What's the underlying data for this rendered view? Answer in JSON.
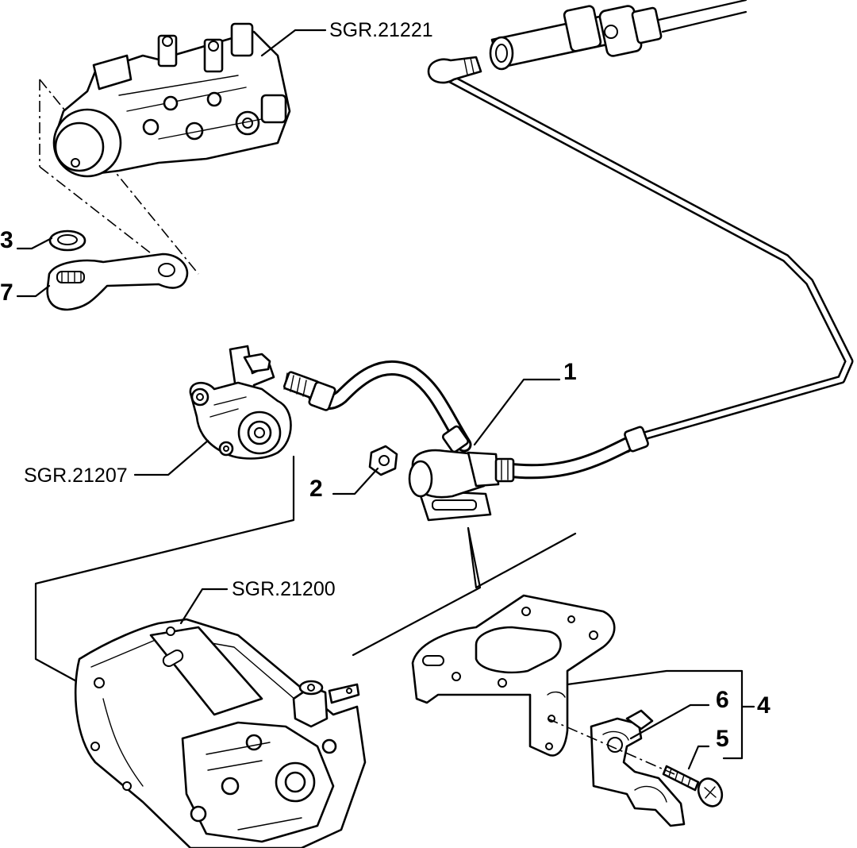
{
  "labels": {
    "ref_top": "SGR.21221",
    "ref_mid": "SGR.21207",
    "ref_bottom": "SGR.21200",
    "item_1": "1",
    "item_2": "2",
    "item_3": "3",
    "item_4": "4",
    "item_5": "5",
    "item_6": "6",
    "item_7": "7"
  }
}
